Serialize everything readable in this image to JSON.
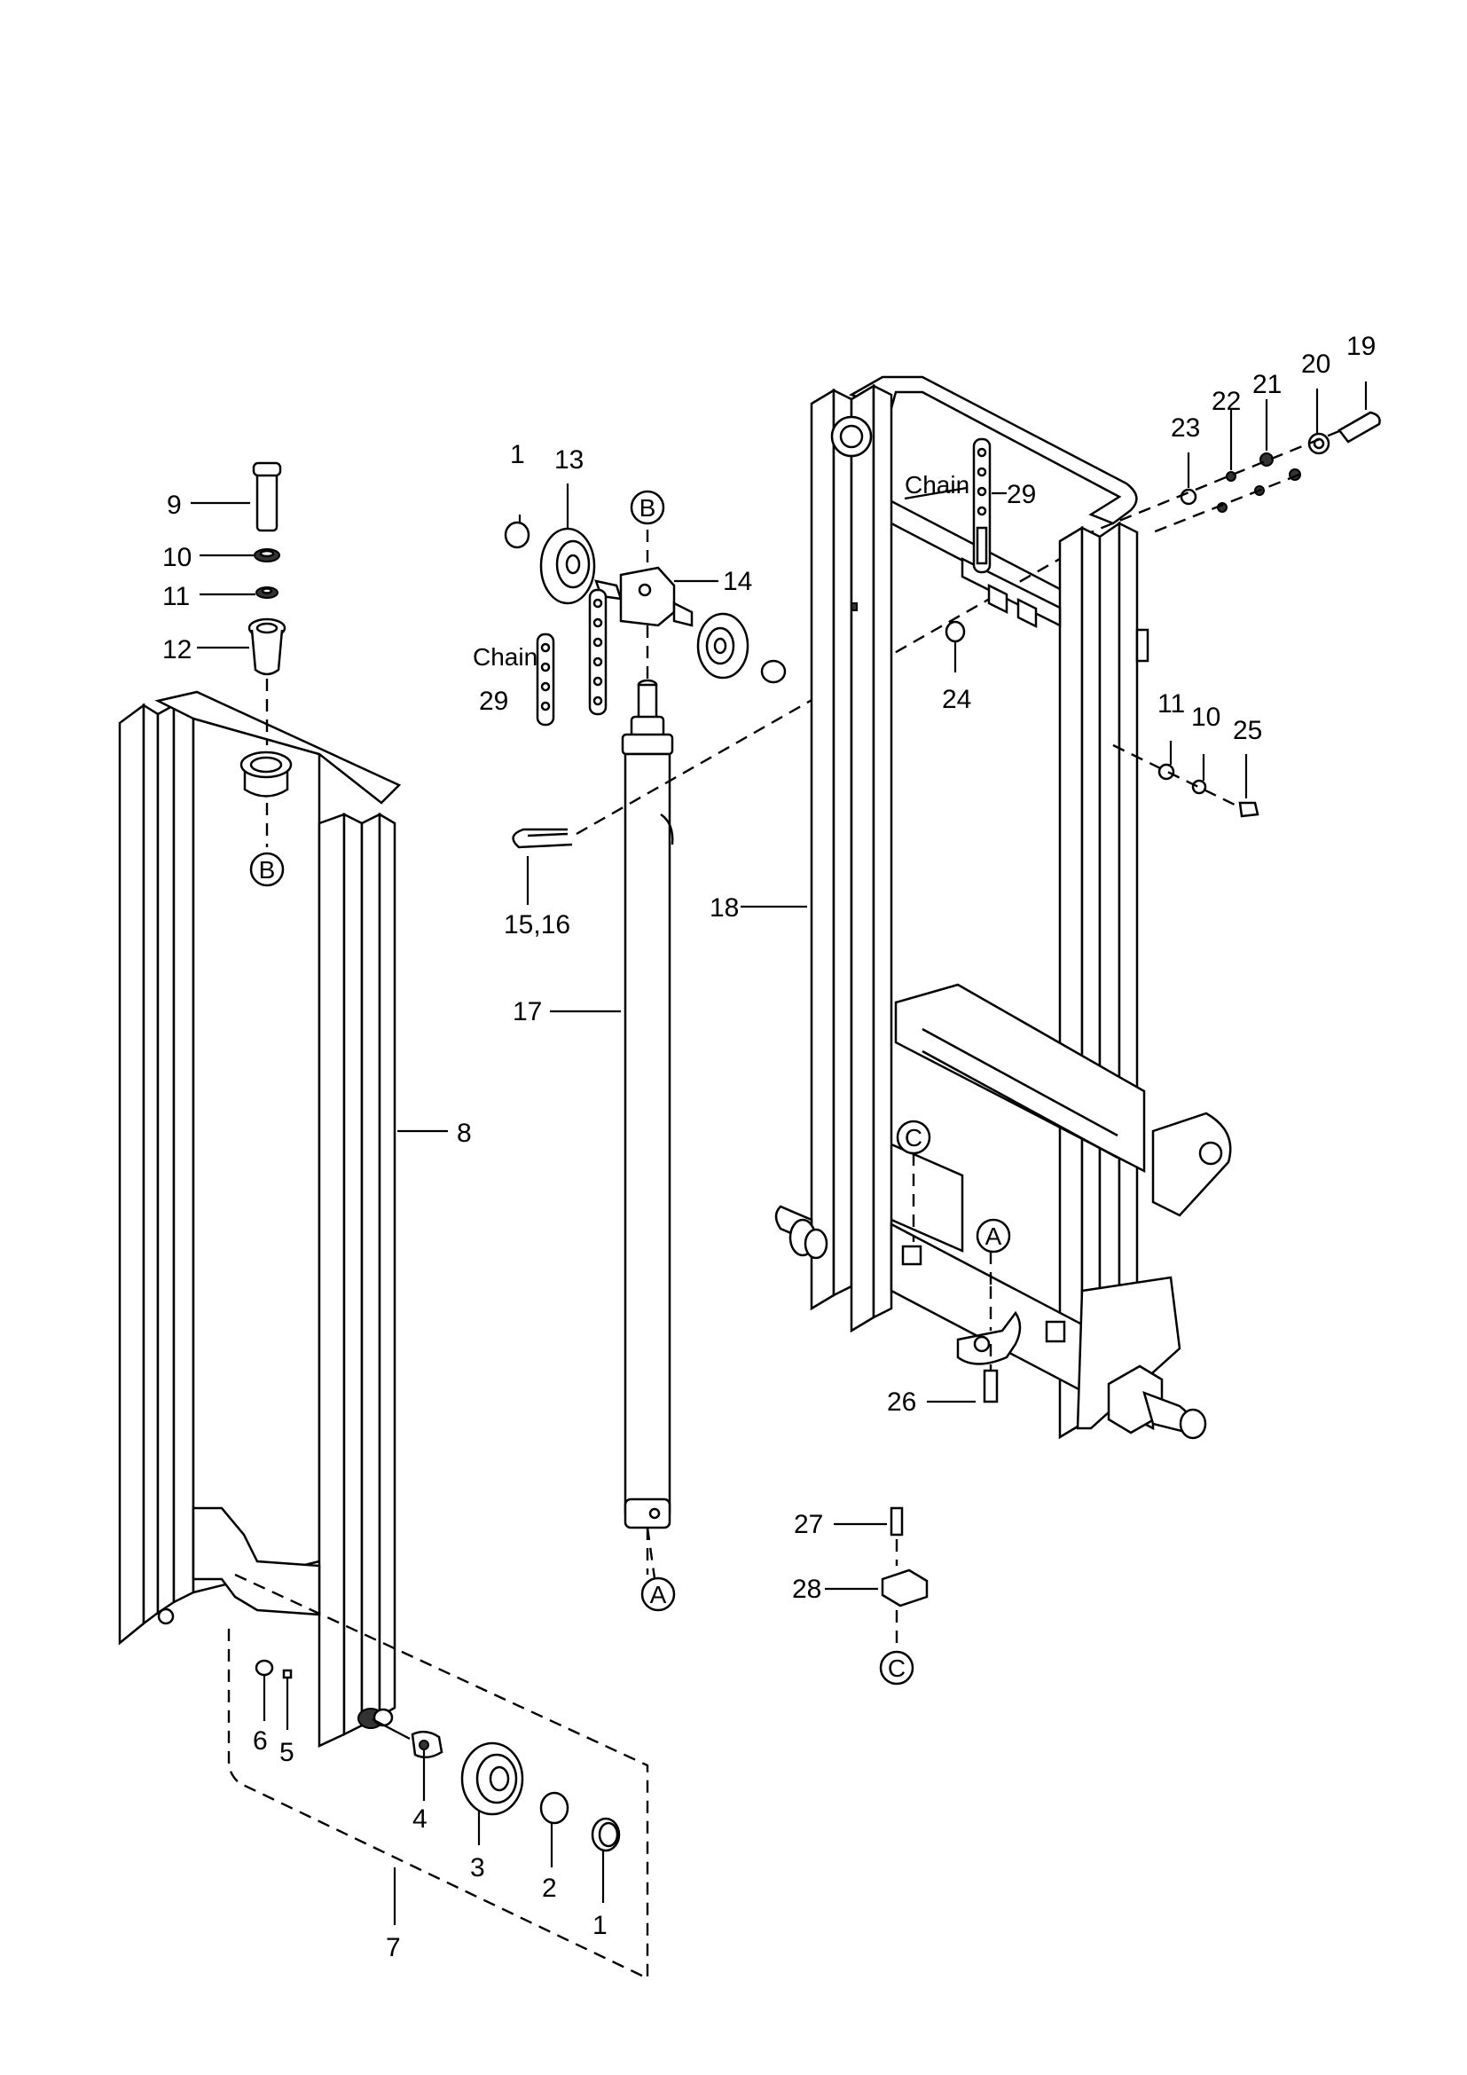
{
  "callouts": {
    "c1a": "1",
    "c1b": "1",
    "c2": "2",
    "c3": "3",
    "c4": "4",
    "c5": "5",
    "c6": "6",
    "c7": "7",
    "c8": "8",
    "c9": "9",
    "c10a": "10",
    "c10b": "10",
    "c11a": "11",
    "c11b": "11",
    "c12": "12",
    "c13": "13",
    "c14": "14",
    "c15_16": "15,16",
    "c17": "17",
    "c18": "18",
    "c19": "19",
    "c20": "20",
    "c21": "21",
    "c22": "22",
    "c23": "23",
    "c24": "24",
    "c25": "25",
    "c26": "26",
    "c27": "27",
    "c28": "28",
    "c29a": "29",
    "c29b": "29"
  },
  "text_labels": {
    "chain_left": "Chain",
    "chain_right": "Chain"
  },
  "reference_markers": {
    "a1": "A",
    "a2": "A",
    "b1": "B",
    "b2": "B",
    "c1": "C",
    "c2": "C"
  }
}
